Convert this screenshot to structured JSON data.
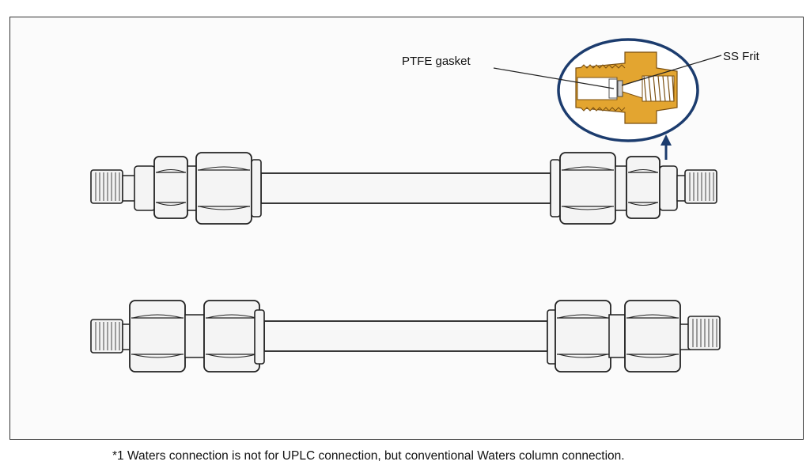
{
  "labels": {
    "gasket": "PTFE gasket",
    "frit": "SS Frit"
  },
  "footnote": "*1 Waters connection is not for UPLC connection, but conventional Waters column connection.",
  "colors": {
    "fitting_fill": "#e3a530",
    "fitting_dark": "#7a4f10",
    "callout_ring": "#1c3c6e",
    "arrow": "#1c3c6e",
    "line": "#222222"
  }
}
